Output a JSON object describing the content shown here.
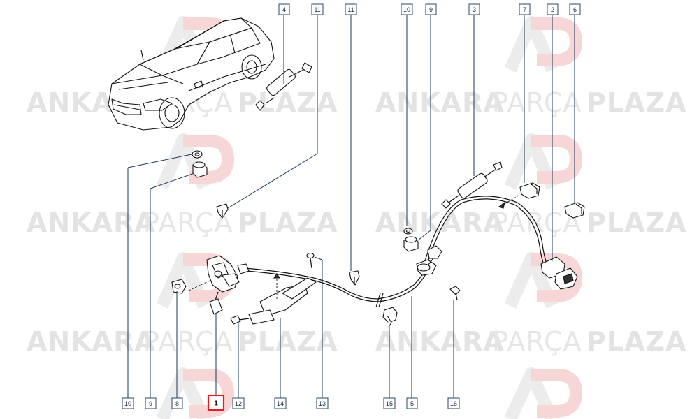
{
  "watermark": {
    "brand_bold_1": "ANKARA",
    "brand_light": "PARÇA",
    "brand_bold_2": "PLAZA"
  },
  "callouts": [
    {
      "id": "c4a",
      "label": "4"
    },
    {
      "id": "c11a",
      "label": "11"
    },
    {
      "id": "c11b",
      "label": "11"
    },
    {
      "id": "c10a",
      "label": "10"
    },
    {
      "id": "c9a",
      "label": "9"
    },
    {
      "id": "c3",
      "label": "3"
    },
    {
      "id": "c7",
      "label": "7"
    },
    {
      "id": "c2",
      "label": "2"
    },
    {
      "id": "c6",
      "label": "6"
    },
    {
      "id": "c10b",
      "label": "10"
    },
    {
      "id": "c9b",
      "label": "9"
    },
    {
      "id": "c8",
      "label": "8"
    },
    {
      "id": "c1",
      "label": "1",
      "highlighted": true
    },
    {
      "id": "c12",
      "label": "12"
    },
    {
      "id": "c14",
      "label": "14"
    },
    {
      "id": "c13",
      "label": "13"
    },
    {
      "id": "c15",
      "label": "15"
    },
    {
      "id": "c5",
      "label": "5"
    },
    {
      "id": "c16",
      "label": "16"
    }
  ],
  "colors": {
    "callout_border": "#2a4a6a",
    "highlight": "#e02020",
    "watermark_gray": "#e3e3e3",
    "watermark_pink": "#f6d6d6"
  },
  "icons": [
    "car-illustration",
    "gas-strut",
    "hood-lock",
    "release-cable",
    "release-handle",
    "grommet",
    "clip"
  ]
}
